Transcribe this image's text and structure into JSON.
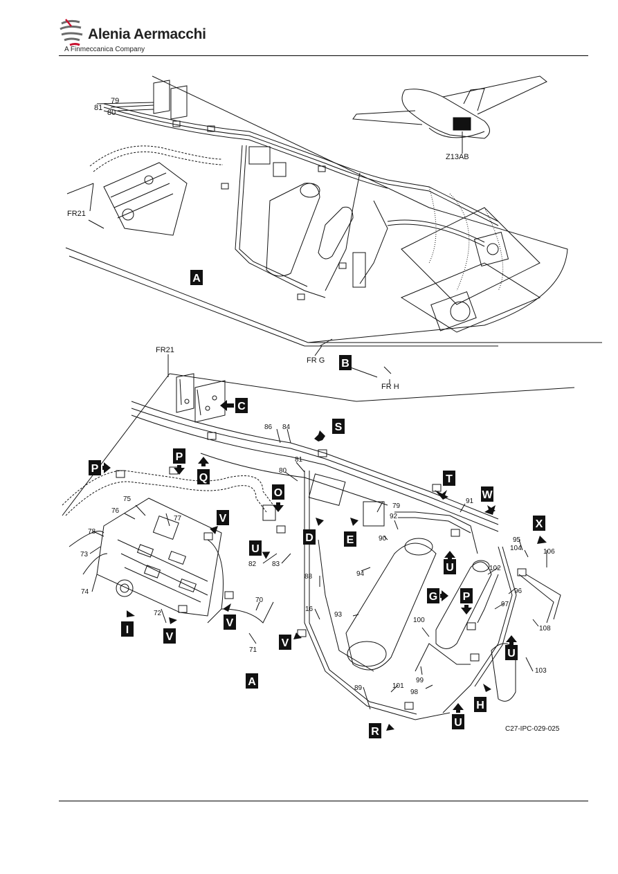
{
  "header": {
    "brand_name": "Alenia Aermacchi",
    "brand_sub": "A Finmeccanica Company",
    "logo_colors": [
      "#6b6b6b",
      "#c8102e"
    ]
  },
  "top_view": {
    "aircraft_zone": "Z13AB",
    "frames": [
      "FR21",
      "FR G",
      "FR H"
    ],
    "callouts": [
      "A",
      "B"
    ],
    "items": [
      "79",
      "80",
      "81"
    ]
  },
  "detail_view": {
    "frame": "FR21",
    "view_letters": [
      "C",
      "S",
      "P",
      "Q",
      "P",
      "O",
      "T",
      "W",
      "X",
      "V",
      "D",
      "E",
      "U",
      "G",
      "P",
      "V",
      "U",
      "U",
      "H",
      "I",
      "V",
      "V",
      "R",
      "U",
      "A"
    ],
    "item_numbers": [
      "86",
      "84",
      "81",
      "80",
      "79",
      "92",
      "90",
      "91",
      "75",
      "76",
      "77",
      "78",
      "73",
      "74",
      "72",
      "70",
      "71",
      "82",
      "83",
      "88",
      "16",
      "93",
      "94",
      "95",
      "104",
      "106",
      "102",
      "96",
      "97",
      "108",
      "100",
      "99",
      "98",
      "101",
      "89",
      "103"
    ],
    "figure_code": "C27-IPC-029-025"
  }
}
